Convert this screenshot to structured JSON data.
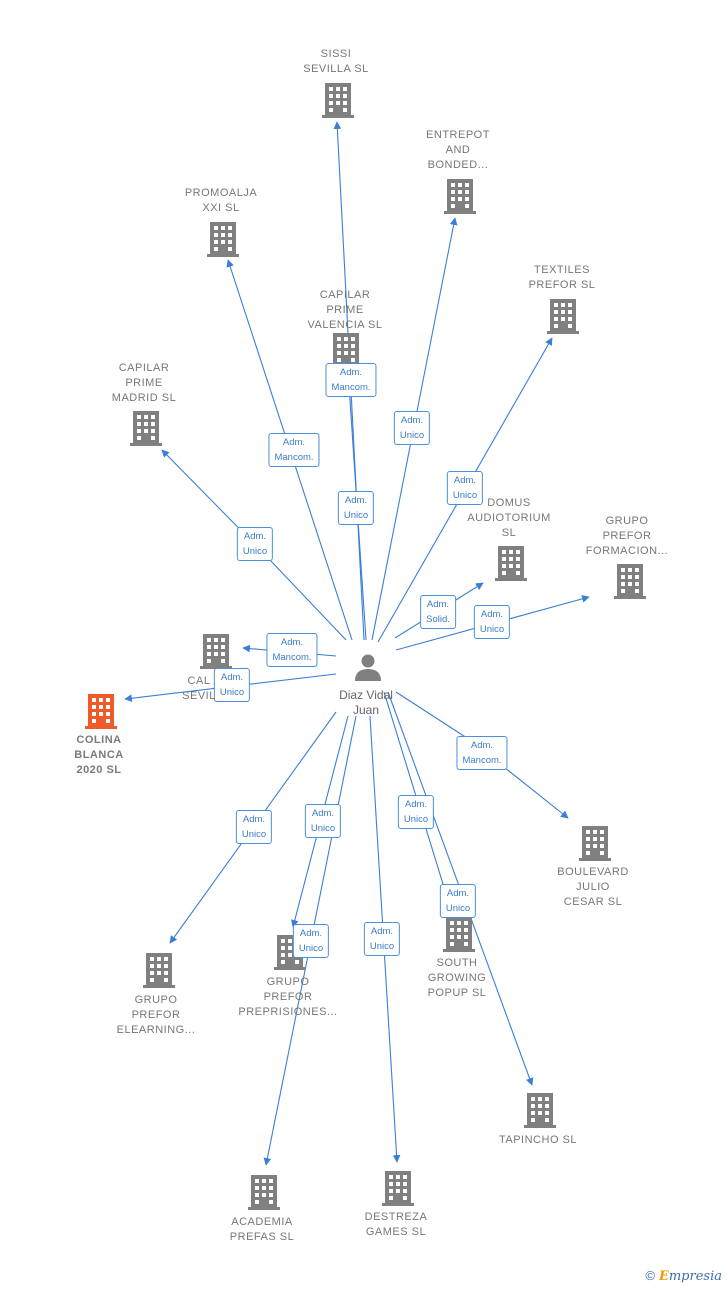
{
  "colors": {
    "edge": "#3a7fd6",
    "building": "#808080",
    "building_highlight": "#f05a28",
    "person": "#808080"
  },
  "person": {
    "label": "Diaz Vidal\nJuan",
    "icon": "person-icon"
  },
  "companies": [
    {
      "id": "sissi",
      "label": "SISSI\nSEVILLA  SL",
      "icon": "building-icon",
      "highlight": false
    },
    {
      "id": "entrepot",
      "label": "ENTREPOT\nAND\nBONDED...",
      "icon": "building-icon",
      "highlight": false
    },
    {
      "id": "promoalja",
      "label": "PROMOALJA\nXXI  SL",
      "icon": "building-icon",
      "highlight": false
    },
    {
      "id": "textiles",
      "label": "TEXTILES\nPREFOR  SL",
      "icon": "building-icon",
      "highlight": false
    },
    {
      "id": "capilar-valencia",
      "label": "CAPILAR\nPRIME\nVALENCIA  SL",
      "icon": "building-icon",
      "highlight": false
    },
    {
      "id": "capilar-madrid",
      "label": "CAPILAR\nPRIME\nMADRID  SL",
      "icon": "building-icon",
      "highlight": false
    },
    {
      "id": "domus",
      "label": "DOMUS\nAUDIOTORIUM\nSL",
      "icon": "building-icon",
      "highlight": false
    },
    {
      "id": "prefor-formacion",
      "label": "GRUPO\nPREFOR\nFORMACION...",
      "icon": "building-icon",
      "highlight": false
    },
    {
      "id": "capilar-sevilla",
      "label": "CAL\nSEVIL",
      "icon": "building-icon",
      "highlight": false
    },
    {
      "id": "colina",
      "label": "COLINA\nBLANCA\n2020  SL",
      "icon": "building-icon",
      "highlight": true
    },
    {
      "id": "boulevard",
      "label": "BOULEVARD\nJULIO\nCESAR  SL",
      "icon": "building-icon",
      "highlight": false
    },
    {
      "id": "south",
      "label": "SOUTH\nGROWING\nPOPUP  SL",
      "icon": "building-icon",
      "highlight": false
    },
    {
      "id": "prefor-elearning",
      "label": "GRUPO\nPREFOR\nELEARNING...",
      "icon": "building-icon",
      "highlight": false
    },
    {
      "id": "prefor-preprisiones",
      "label": "GRUPO\nPREFOR\nPREPRISIONES...",
      "icon": "building-icon",
      "highlight": false
    },
    {
      "id": "tapincho",
      "label": "TAPINCHO  SL",
      "icon": "building-icon",
      "highlight": false
    },
    {
      "id": "academia",
      "label": "ACADEMIA\nPREFAS  SL",
      "icon": "building-icon",
      "highlight": false
    },
    {
      "id": "destreza",
      "label": "DESTREZA\nGAMES  SL",
      "icon": "building-icon",
      "highlight": false
    }
  ],
  "edges": [
    {
      "to": "sissi",
      "label": "Adm.\nUnico"
    },
    {
      "to": "entrepot",
      "label": "Adm.\nUnico"
    },
    {
      "to": "promoalja",
      "label": "Adm.\nMancom."
    },
    {
      "to": "textiles",
      "label": "Adm.\nUnico"
    },
    {
      "to": "capilar-valencia",
      "label": "Adm.\nMancom."
    },
    {
      "to": "capilar-madrid",
      "label": "Adm.\nUnico"
    },
    {
      "to": "domus",
      "label": "Adm.\nSolid."
    },
    {
      "to": "prefor-formacion",
      "label": "Adm.\nUnico"
    },
    {
      "to": "capilar-sevilla",
      "label": "Adm.\nMancom."
    },
    {
      "to": "colina",
      "label": "Adm.\nUnico"
    },
    {
      "to": "boulevard",
      "label": "Adm.\nMancom."
    },
    {
      "to": "south",
      "label": "Adm.\nUnico"
    },
    {
      "to": "prefor-elearning",
      "label": "Adm.\nUnico"
    },
    {
      "to": "prefor-preprisiones",
      "label": "Adm.\nUnico"
    },
    {
      "to": "tapincho",
      "label": "Adm.\nUnico"
    },
    {
      "to": "academia",
      "label": "Adm.\nUnico"
    },
    {
      "to": "destreza",
      "label": "Adm.\nUnico"
    }
  ],
  "footer": {
    "copyright": "©",
    "brand_first": "E",
    "brand_rest": "mpresia"
  }
}
